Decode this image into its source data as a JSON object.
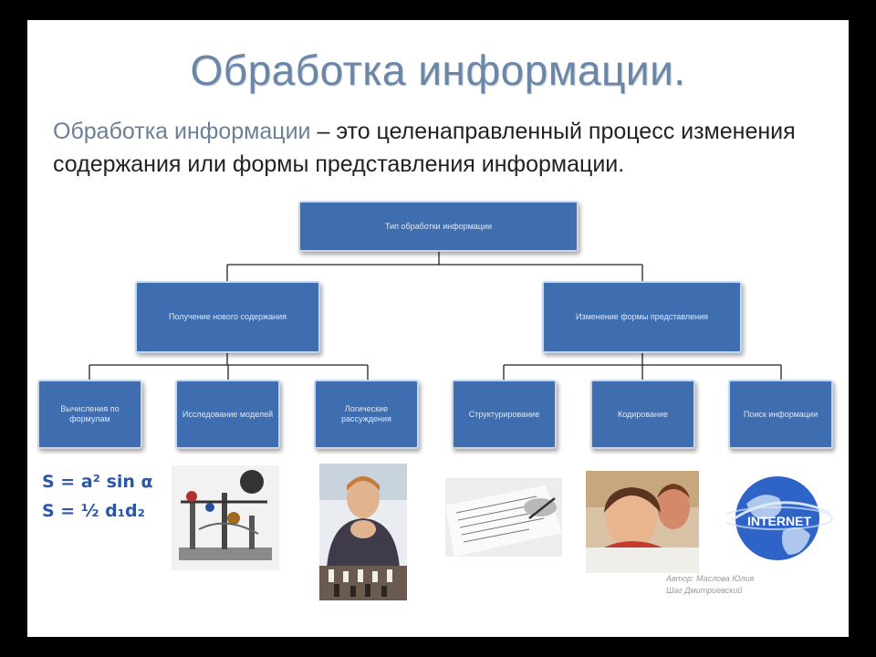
{
  "title": "Обработка информации.",
  "definition": {
    "term": "Обработка информации",
    "text": " – это целенаправленный процесс изменения содержания или формы представления информации."
  },
  "diagram": {
    "root": "Тип обработки информации",
    "branches": [
      {
        "label": "Получение нового содержания",
        "children": [
          "Вычисления по формулам",
          "Исследование моделей",
          "Логические рассуждения"
        ]
      },
      {
        "label": "Изменение формы представления",
        "children": [
          "Структурирование",
          "Кодирование",
          "Поиск информации"
        ]
      }
    ]
  },
  "formulas": [
    "S = a² sin α",
    "S = ½ d₁d₂"
  ],
  "internet_label": "INTERNET",
  "credit": [
    "Автор: Маслова Юлия",
    "Шаг Дмитриевский"
  ]
}
